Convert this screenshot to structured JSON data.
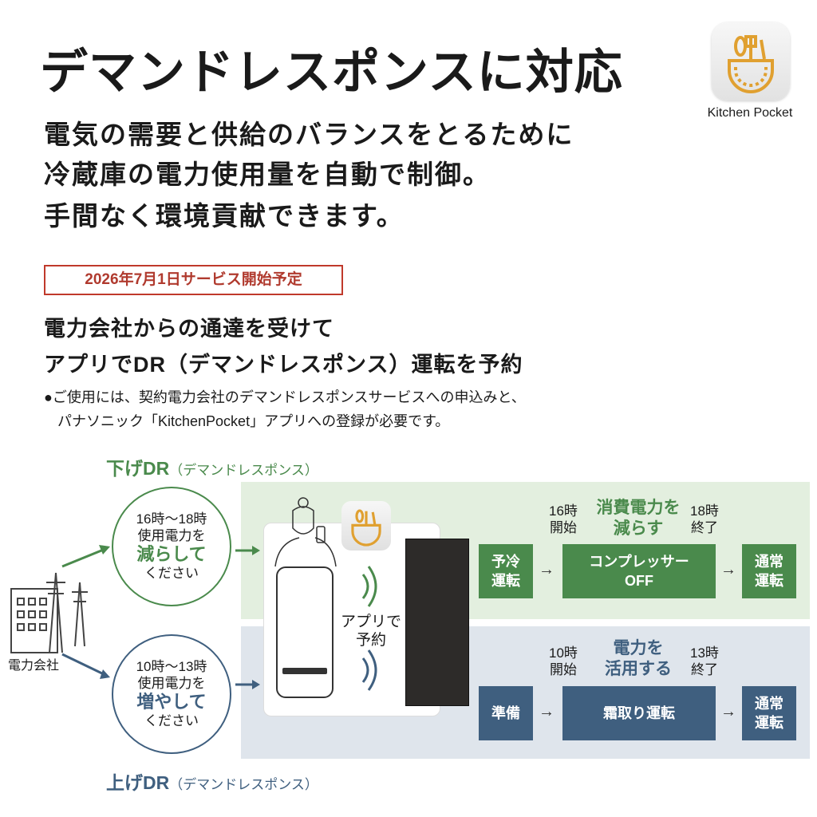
{
  "title": "デマンドレスポンスに対応",
  "subtitle": [
    "電気の需要と供給のバランスをとるために",
    "冷蔵庫の電力使用量を自動で制御。",
    "手間なく環境貢献できます。"
  ],
  "logo": {
    "name": "Kitchen Pocket",
    "color": "#e0a030"
  },
  "service_date": "2026年7月1日サービス開始予定",
  "heading": [
    "電力会社からの通達を受けて",
    "アプリでDR（デマンドレスポンス）運転を予約"
  ],
  "note": [
    "●ご使用には、契約電力会社のデマンドレスポンスサービスへの申込みと、",
    "パナソニック「KitchenPocket」アプリへの登録が必要です。"
  ],
  "company_label": "電力会社",
  "app_label": [
    "アプリで",
    "予約"
  ],
  "down_dr": {
    "label": "下げDR",
    "sub": "（デマンドレスポンス）",
    "circle": [
      "16時〜18時",
      "使用電力を",
      "減らして",
      "ください"
    ],
    "start": [
      "16時",
      "開始"
    ],
    "caption": [
      "消費電力を",
      "減らす"
    ],
    "end": [
      "18時",
      "終了"
    ],
    "steps": [
      [
        "予冷",
        "運転"
      ],
      [
        "コンプレッサー",
        "OFF"
      ],
      [
        "通常",
        "運転"
      ]
    ],
    "color": "#4a8a4c"
  },
  "up_dr": {
    "label": "上げDR",
    "sub": "（デマンドレスポンス）",
    "circle": [
      "10時〜13時",
      "使用電力を",
      "増やして",
      "ください"
    ],
    "start": [
      "10時",
      "開始"
    ],
    "caption": [
      "電力を",
      "活用する"
    ],
    "end": [
      "13時",
      "終了"
    ],
    "steps": [
      [
        "準備"
      ],
      [
        "霜取り運転"
      ],
      [
        "通常",
        "運転"
      ]
    ],
    "color": "#3f5f7f"
  }
}
